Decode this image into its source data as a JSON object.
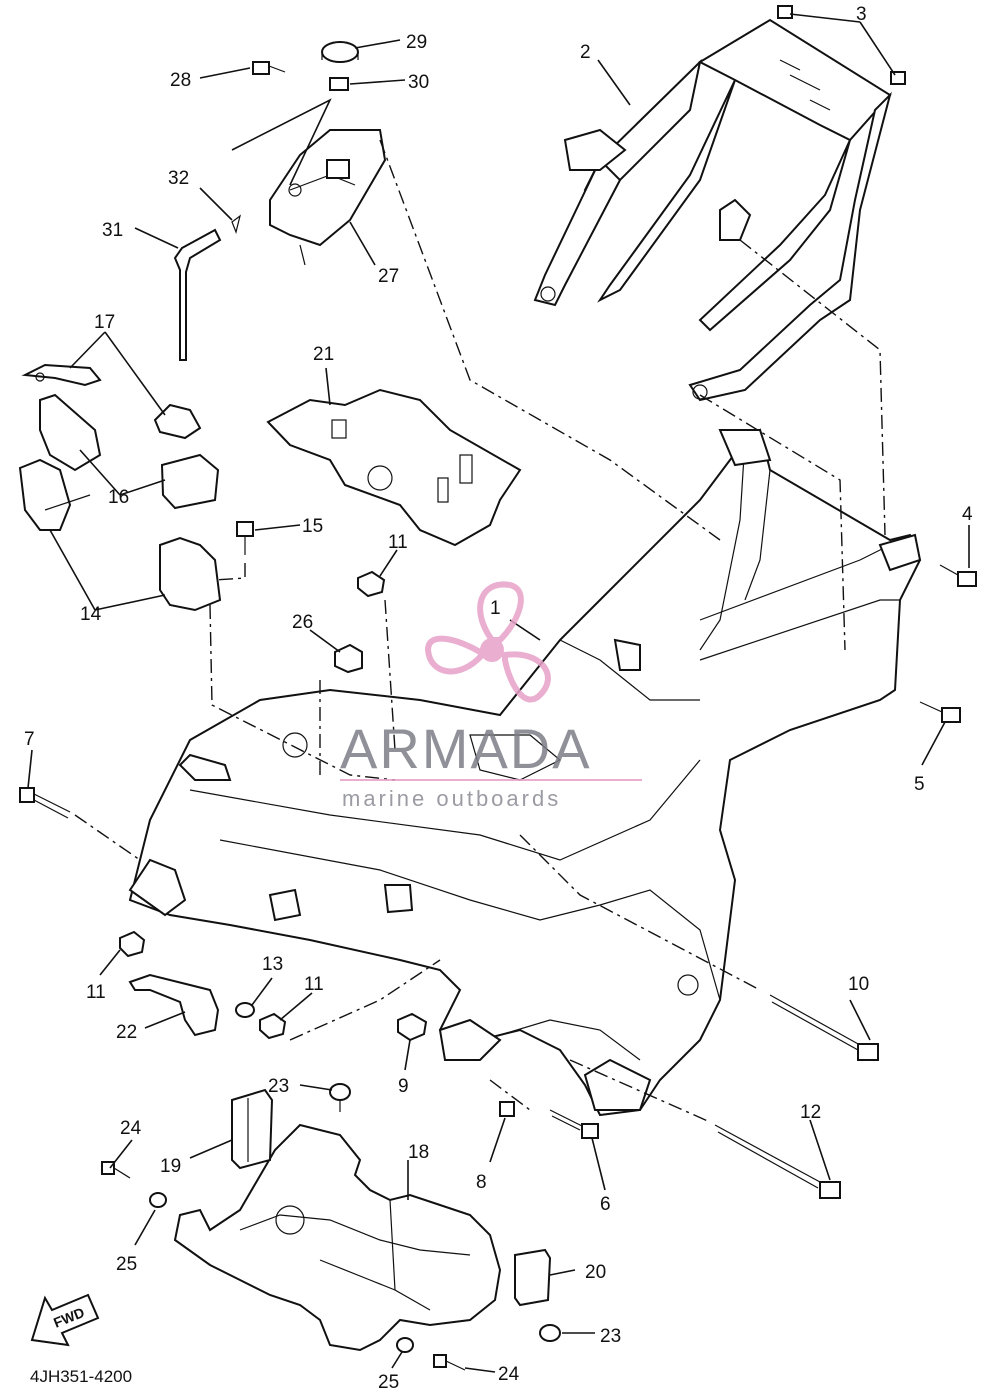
{
  "diagram": {
    "code": "4JH351-4200",
    "fwd_label": "FWD",
    "watermark": {
      "brand": "ARMADA",
      "tagline": "marine outboards",
      "accent": "#e7a2c8",
      "text_color": "#7d7d88"
    },
    "labels": {
      "p1": "1",
      "p2": "2",
      "p3": "3",
      "p4": "4",
      "p5": "5",
      "p6": "6",
      "p7": "7",
      "p8": "8",
      "p9": "9",
      "p10": "10",
      "p11a": "11",
      "p11b": "11",
      "p11c": "11",
      "p12": "12",
      "p13": "13",
      "p14": "14",
      "p15": "15",
      "p16": "16",
      "p17": "17",
      "p18": "18",
      "p19": "19",
      "p20": "20",
      "p21": "21",
      "p22": "22",
      "p23a": "23",
      "p23b": "23",
      "p24a": "24",
      "p24b": "24",
      "p25a": "25",
      "p25b": "25",
      "p26": "26",
      "p27": "27",
      "p28": "28",
      "p29": "29",
      "p30": "30",
      "p31": "31",
      "p32": "32"
    }
  }
}
